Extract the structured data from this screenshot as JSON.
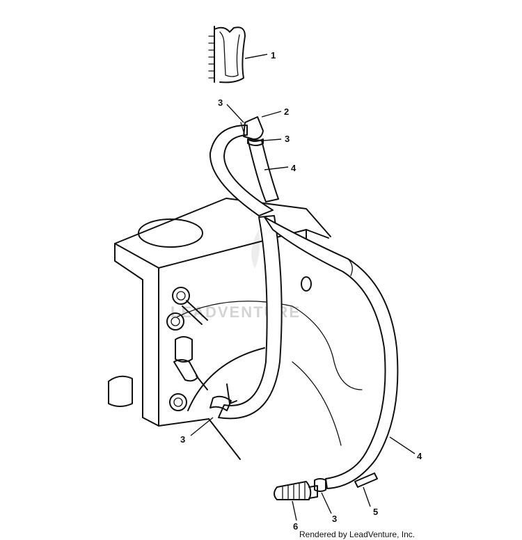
{
  "watermark": {
    "text": "LEADVENTURE"
  },
  "credit": "Rendered by LeadVenture, Inc.",
  "callouts": [
    {
      "id": "c1",
      "label": "1"
    },
    {
      "id": "c2",
      "label": "2"
    },
    {
      "id": "c3a",
      "label": "3"
    },
    {
      "id": "c3b",
      "label": "3"
    },
    {
      "id": "c4a",
      "label": "4"
    },
    {
      "id": "c3c",
      "label": "3"
    },
    {
      "id": "c4b",
      "label": "4"
    },
    {
      "id": "c5",
      "label": "5"
    },
    {
      "id": "c6",
      "label": "6"
    },
    {
      "id": "c3d",
      "label": "3"
    }
  ]
}
